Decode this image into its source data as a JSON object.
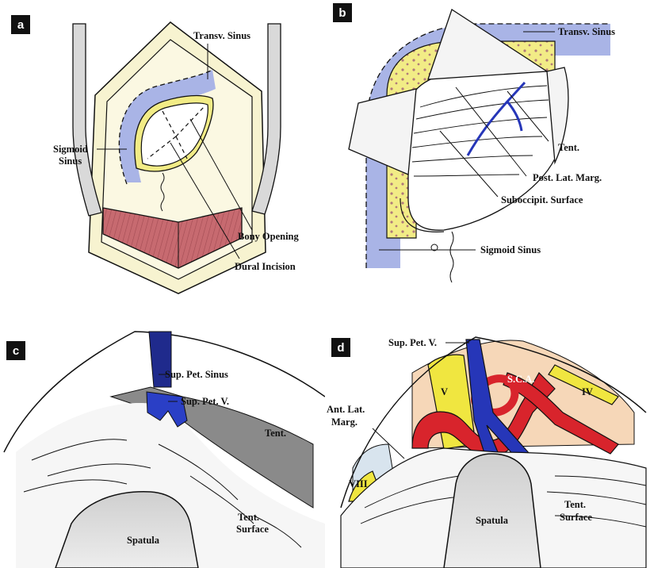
{
  "panels": {
    "a": {
      "letter": "a",
      "labels": {
        "transv_sinus": "Transv. Sinus",
        "sigmoid_1": "Sigmoid",
        "sigmoid_2": "Sinus",
        "bony_opening": "Bony Opening",
        "dural_incision": "Dural Incision"
      }
    },
    "b": {
      "letter": "b",
      "labels": {
        "transv_sinus": "Transv. Sinus",
        "tent": "Tent.",
        "post_lat_marg": "Post. Lat. Marg.",
        "suboccipit_surface": "Suboccipit. Surface",
        "sigmoid_sinus": "Sigmoid Sinus"
      }
    },
    "c": {
      "letter": "c",
      "labels": {
        "sup_pet_sinus": "Sup. Pet. Sinus",
        "sup_pet_v": "Sup. Pet. V.",
        "tent": "Tent.",
        "spatula": "Spatula",
        "tent_surface_1": "Tent.",
        "tent_surface_2": "Surface"
      }
    },
    "d": {
      "letter": "d",
      "labels": {
        "sup_pet_v": "Sup. Pet. V.",
        "sca": "S.C.A.",
        "v": "V",
        "iv": "IV",
        "ant_lat_marg_1": "Ant. Lat.",
        "ant_lat_marg_2": "Marg.",
        "viii": "VIII",
        "spatula": "Spatula",
        "tent_surface_1": "Tent.",
        "tent_surface_2": "Surface"
      }
    }
  },
  "colors": {
    "sinus": "#a9b4e6",
    "bone": "#f2ec86",
    "bone_dots": "#b07a7a",
    "muscle": "#c76a70",
    "vein": "#2636b8",
    "artery": "#d8242c",
    "nerve_v": "#f0e640",
    "tent_gray": "#8a8a8a",
    "skin": "#f7f3d0"
  }
}
